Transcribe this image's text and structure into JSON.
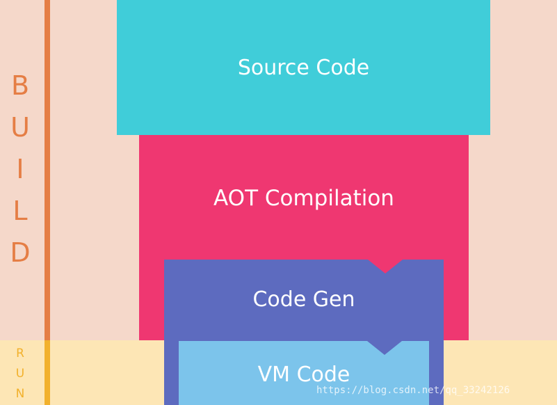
{
  "diagram": {
    "build_letters": [
      "B",
      "U",
      "I",
      "L",
      "D"
    ],
    "run_letters": [
      "R",
      "U",
      "N"
    ],
    "blocks": {
      "source": "Source Code",
      "aot": "AOT Compilation",
      "codegen": "Code Gen",
      "vm": "VM Code"
    },
    "watermark": "https://blog.csdn.net/qq_33242126"
  },
  "colors": {
    "build_background": "#f5d8ca",
    "run_background": "#fde6b5",
    "build_line": "#e57e45",
    "run_line": "#f2b12c",
    "source": "#40cdd9",
    "aot": "#ef3771",
    "codegen": "#5d6bbf",
    "vm": "#7cc4eb"
  }
}
